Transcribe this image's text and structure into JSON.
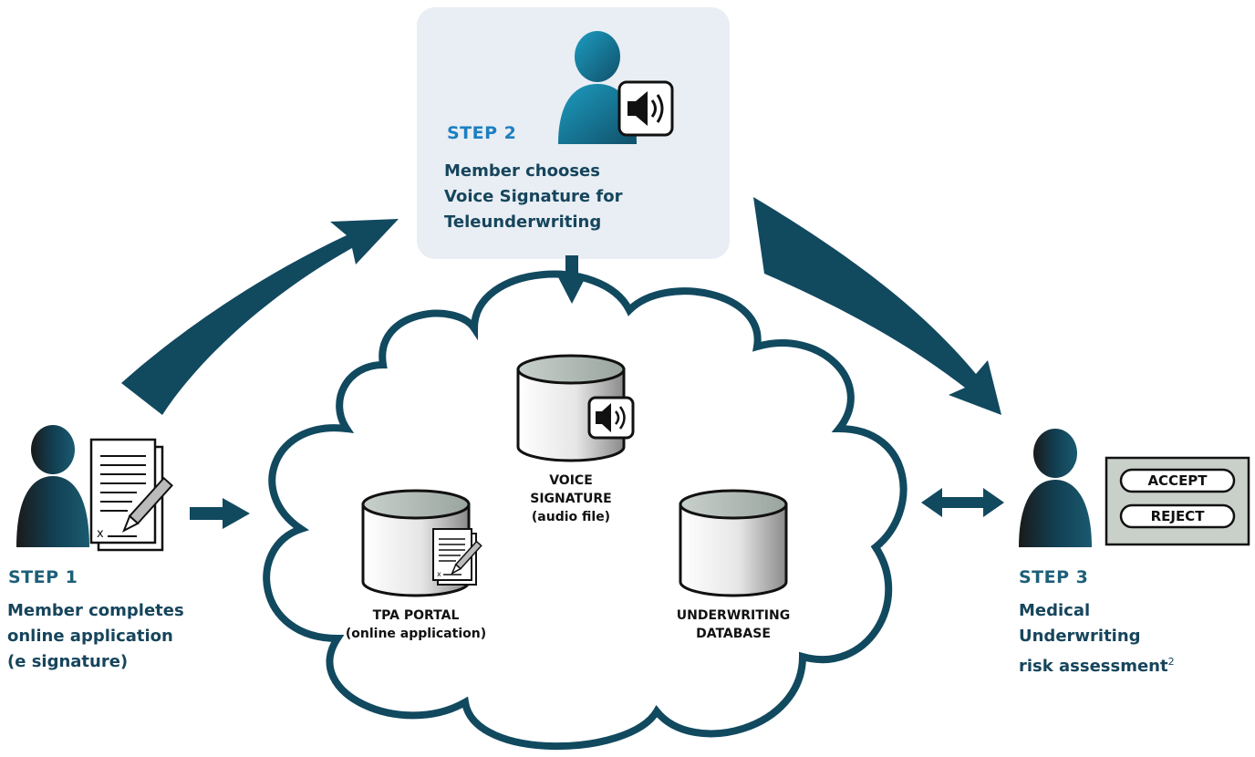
{
  "step1": {
    "label": "STEP 1",
    "lines": [
      "Member completes",
      "online application",
      "(e signature)"
    ]
  },
  "step2": {
    "label": "STEP 2",
    "lines": [
      "Member chooses",
      "Voice Signature for",
      "Teleunderwriting"
    ]
  },
  "step3": {
    "label": "STEP 3",
    "lines": [
      "Medical",
      "Underwriting",
      "risk assessment"
    ],
    "footnote": "2",
    "buttons": {
      "accept": "ACCEPT",
      "reject": "REJECT"
    }
  },
  "cloud": {
    "voice_db": {
      "lines": [
        "VOICE",
        "SIGNATURE",
        "(audio file)"
      ]
    },
    "tpa_db": {
      "lines": [
        "TPA PORTAL",
        "(online application)"
      ]
    },
    "uw_db": {
      "lines": [
        "UNDERWRITING",
        "DATABASE"
      ]
    }
  },
  "colors": {
    "navy": "#11495f",
    "teal": "#1c8db0",
    "step_blue": "#1d7fc0",
    "panel": "#e8eef4",
    "button_bg": "#c9cfc9"
  },
  "icons": [
    "person-icon",
    "document-signature-icon",
    "speaker-icon",
    "database-icon",
    "cloud-icon",
    "arrow-icon"
  ]
}
